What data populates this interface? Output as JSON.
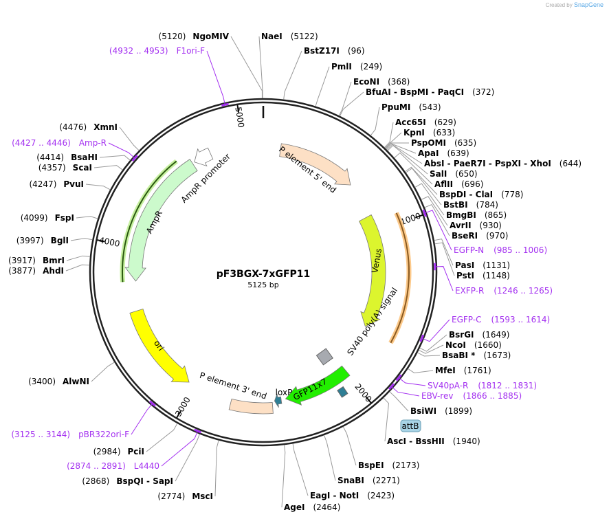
{
  "credit": {
    "prefix": "Created by",
    "brand": "SnapGene"
  },
  "plasmid": {
    "name": "pF3BGX-7xGFP11",
    "length": "5125 bp",
    "bp": 5125
  },
  "colors": {
    "primer": "#a32ff0",
    "ring": "#222222",
    "peach": "#fde0c5",
    "venus": "#dcf52e",
    "ampr": "#ccfacc",
    "ori": "#ffff00",
    "gfp11": "#22ee00",
    "teal": "#2f7f95",
    "gray": "#a7aab0"
  },
  "scale": [
    {
      "label": "1000",
      "pos": 1000
    },
    {
      "label": "2000",
      "pos": 2000
    },
    {
      "label": "3000",
      "pos": 3000
    },
    {
      "label": "4000",
      "pos": 4000
    },
    {
      "label": "5000",
      "pos": 5000
    }
  ],
  "enzymes": [
    {
      "name": "NgoMIV",
      "num": "(5120)",
      "pos": 5120
    },
    {
      "name": "NaeI",
      "num": "(5122)",
      "pos": 5122
    },
    {
      "name": "BstZ17I",
      "num": "(96)",
      "pos": 96
    },
    {
      "name": "PmlI",
      "num": "(249)",
      "pos": 249
    },
    {
      "name": "EcoNI",
      "num": "(368)",
      "pos": 368
    },
    {
      "name": "BfuAI  -  BspMI  -  PaqCI",
      "num": "(372)",
      "pos": 372
    },
    {
      "name": "PpuMI",
      "num": "(543)",
      "pos": 543
    },
    {
      "name": "Acc65I",
      "num": "(629)",
      "pos": 629
    },
    {
      "name": "KpnI",
      "num": "(633)",
      "pos": 633
    },
    {
      "name": "PspOMI",
      "num": "(635)",
      "pos": 635
    },
    {
      "name": "ApaI",
      "num": "(639)",
      "pos": 639
    },
    {
      "name": "AbsI  -  PaeR7I  -  PspXI  -  XhoI",
      "num": "(644)",
      "pos": 644
    },
    {
      "name": "SalI",
      "num": "(650)",
      "pos": 650
    },
    {
      "name": "AflII",
      "num": "(696)",
      "pos": 696
    },
    {
      "name": "BspDI  -  ClaI",
      "num": "(778)",
      "pos": 778
    },
    {
      "name": "BstBI",
      "num": "(784)",
      "pos": 784
    },
    {
      "name": "BmgBI",
      "num": "(865)",
      "pos": 865
    },
    {
      "name": "AvrII",
      "num": "(930)",
      "pos": 930
    },
    {
      "name": "BseRI",
      "num": "(970)",
      "pos": 970
    },
    {
      "name": "PasI",
      "num": "(1131)",
      "pos": 1131
    },
    {
      "name": "PstI",
      "num": "(1148)",
      "pos": 1148
    },
    {
      "name": "BsrGI",
      "num": "(1649)",
      "pos": 1649
    },
    {
      "name": "NcoI",
      "num": "(1660)",
      "pos": 1660
    },
    {
      "name": "BsaBI *",
      "num": "(1673)",
      "pos": 1673
    },
    {
      "name": "MfeI",
      "num": "(1761)",
      "pos": 1761
    },
    {
      "name": "BsiWI",
      "num": "(1899)",
      "pos": 1899
    },
    {
      "name": "AscI  -  BssHII",
      "num": "(1940)",
      "pos": 1940
    },
    {
      "name": "BspEI",
      "num": "(2173)",
      "pos": 2173
    },
    {
      "name": "SnaBI",
      "num": "(2271)",
      "pos": 2271
    },
    {
      "name": "EagI  -  NotI",
      "num": "(2423)",
      "pos": 2423
    },
    {
      "name": "AgeI",
      "num": "(2464)",
      "pos": 2464
    },
    {
      "name": "MscI",
      "num": "(2774)",
      "pos": 2774
    },
    {
      "name": "BspQI  -  SapI",
      "num": "(2868)",
      "pos": 2868
    },
    {
      "name": "PciI",
      "num": "(2984)",
      "pos": 2984
    },
    {
      "name": "AlwNI",
      "num": "(3400)",
      "pos": 3400
    },
    {
      "name": "AhdI",
      "num": "(3877)",
      "pos": 3877
    },
    {
      "name": "BmrI",
      "num": "(3917)",
      "pos": 3917
    },
    {
      "name": "BglI",
      "num": "(3997)",
      "pos": 3997
    },
    {
      "name": "FspI",
      "num": "(4099)",
      "pos": 4099
    },
    {
      "name": "PvuI",
      "num": "(4247)",
      "pos": 4247
    },
    {
      "name": "ScaI",
      "num": "(4357)",
      "pos": 4357
    },
    {
      "name": "BsaHI",
      "num": "(4414)",
      "pos": 4414
    },
    {
      "name": "XmnI",
      "num": "(4476)",
      "pos": 4476
    }
  ],
  "primers": [
    {
      "name": "EGFP-N",
      "range": "(985 .. 1006)",
      "pos": 995
    },
    {
      "name": "EXFP-R",
      "range": "(1246 .. 1265)",
      "pos": 1255
    },
    {
      "name": "EGFP-C",
      "range": "(1593 .. 1614)",
      "pos": 1603
    },
    {
      "name": "SV40pA-R",
      "range": "(1812 .. 1831)",
      "pos": 1821
    },
    {
      "name": "EBV-rev",
      "range": "(1866 .. 1885)",
      "pos": 1875
    },
    {
      "name": "pBR322ori-F",
      "range": "(3125 .. 3144)",
      "pos": 3134
    },
    {
      "name": "L4440",
      "range": "(2874 .. 2891)",
      "pos": 2882
    },
    {
      "name": "Amp-R",
      "range": "(4427 .. 4446)",
      "pos": 4436
    },
    {
      "name": "F1ori-F",
      "range": "(4932 .. 4953)",
      "pos": 4942
    }
  ],
  "features": [
    {
      "name": "P element 5' end"
    },
    {
      "name": "Venus"
    },
    {
      "name": "SV40 poly(A) signal"
    },
    {
      "name": "GFP11x7"
    },
    {
      "name": "loxP"
    },
    {
      "name": "P element 3' end"
    },
    {
      "name": "ori"
    },
    {
      "name": "AmpR"
    },
    {
      "name": "AmpR promoter"
    }
  ],
  "attB": "attB"
}
